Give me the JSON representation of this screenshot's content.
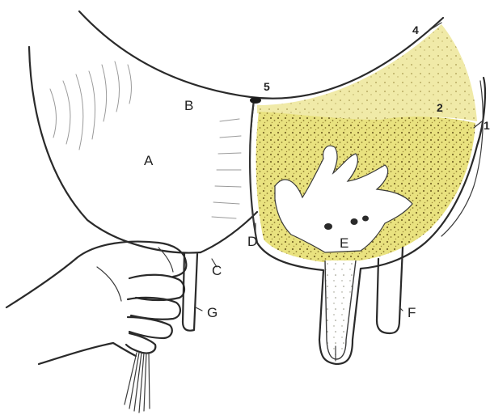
{
  "labels": {
    "A": "A",
    "B": "B",
    "C": "C",
    "D": "D",
    "E": "E",
    "F": "F",
    "G": "G",
    "n1": "1",
    "n2": "2",
    "n4": "4",
    "n5": "5"
  },
  "colors": {
    "outline": "#2a2a2a",
    "glandular_tissue": "#e6df7a",
    "cistern": "#ffffff",
    "fat_pad": "#efe9a6",
    "dots": "#7a6a2a"
  },
  "icons": {
    "hand": "hand-illustration",
    "milk": "milk-stream-illustration"
  }
}
